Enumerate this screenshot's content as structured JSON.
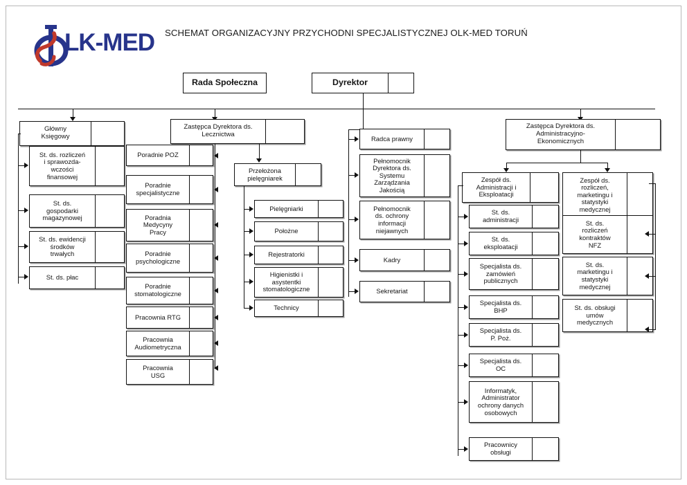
{
  "document": {
    "title": "SCHEMAT ORGANIZACYJNY PRZYCHODNI SPECJALISTYCZNEJ OLK-MED TORUŃ",
    "logo_text": "LK-MED",
    "logo_full_name": "OLK-MED",
    "logo_color": "#27348b",
    "logo_accent_color": "#c0392b",
    "line_color": "#111111",
    "background": "#ffffff"
  },
  "chart_data": {
    "type": "diagram",
    "diagram_kind": "organizational-chart",
    "title": "SCHEMAT ORGANIZACYJNY PRZYCHODNI SPECJALISTYCZNEJ OLK-MED TORUŃ",
    "nodes": [
      {
        "id": "rada",
        "label": "Rada Społeczna",
        "level": 0
      },
      {
        "id": "dyrektor",
        "label": "Dyrektor",
        "level": 0
      },
      {
        "id": "ksiegowy",
        "label": "Główny\nKsięgowy",
        "level": 1,
        "parent": "dyrektor"
      },
      {
        "id": "zd_lecz",
        "label": "Zastępca Dyrektora ds.\nLecznictwa",
        "level": 1,
        "parent": "dyrektor"
      },
      {
        "id": "zd_adm",
        "label": "Zastępca Dyrektora ds.\nAdministracyjno-\nEkonomicznych",
        "level": 1,
        "parent": "dyrektor"
      },
      {
        "id": "przelozona",
        "label": "Przełożona\npielęgniarek",
        "level": 2,
        "parent": "zd_lecz"
      },
      {
        "id": "zespol_adm",
        "label": "Zespół ds.\nAdministracji i\nEksploatacji",
        "level": 2,
        "parent": "zd_adm"
      },
      {
        "id": "zespol_rozl",
        "label": "Zespół ds.\nrozliczeń,\nmarketingu i\nstatystyki\nmedycznej",
        "level": 2,
        "parent": "zd_adm"
      }
    ],
    "branches": [
      {
        "parent": "ksiegowy",
        "children": [
          "St. ds. rozliczeń i sprawozdawczości finansowej",
          "St. ds. gospodarki magazynowej",
          "St. ds. ewidencji środków trwałych",
          "St. ds. płac"
        ]
      },
      {
        "parent": "zd_lecz",
        "children": [
          "Poradnie POZ",
          "Poradnie specjalistyczne",
          "Poradnia Medycyny Pracy",
          "Poradnie psychologiczne",
          "Poradnie stomatologiczne",
          "Pracownia RTG",
          "Pracownia Audiometryczna",
          "Pracownia USG"
        ]
      },
      {
        "parent": "przelozona",
        "children": [
          "Pielęgniarki",
          "Położne",
          "Rejestratorki",
          "Higienistki i asystentki stomatologiczne",
          "Technicy"
        ]
      },
      {
        "parent": "dyrektor",
        "children": [
          "Radca prawny",
          "Pełnomocnik Dyrektora ds. Systemu Zarządzania Jakością",
          "Pełnomocnik ds. ochrony informacji niejawnych",
          "Kadry",
          "Sekretariat"
        ]
      },
      {
        "parent": "zespol_adm",
        "children": [
          "St. ds. administracji",
          "St. ds. eksploatacji",
          "Specjalista ds. zamówień publicznych",
          "Specjalista ds. BHP",
          "Specjalista ds. P. Poż.",
          "Specjalista ds. OC",
          "Informatyk, Administrator ochrony danych osobowych",
          "Pracownicy obsługi"
        ]
      },
      {
        "parent": "zespol_rozl",
        "children": [
          "St. ds. rozliczeń kontraktów NFZ",
          "St. ds. marketingu i statystyki medycznej",
          "St. ds. obsługi umów medycznych"
        ]
      }
    ]
  },
  "top": {
    "rada": "Rada Społeczna",
    "dyrektor": "Dyrektor"
  },
  "heads": {
    "ksiegowy": "Główny\nKsięgowy",
    "zd_lecz": "Zastępca Dyrektora ds.\nLecznictwa",
    "zd_adm": "Zastępca Dyrektora ds.\nAdministracyjno-\nEkonomicznych",
    "przelozona": "Przełożona\npielęgniarek",
    "zespol_adm": "Zespół ds.\nAdministracji i\nEksploatacji",
    "zespol_rozl": "Zespół ds.\nrozliczeń,\nmarketingu i\nstatystyki\nmedycznej"
  },
  "col_ksiegowy": [
    "St. ds. rozliczeń\ni sprawozda-\nwczości\nfinansowej",
    "St. ds.\ngospodarki\nmagazynowej",
    "St. ds. ewidencji\nśrodków\ntrwałych",
    "St. ds. płac"
  ],
  "col_poradnie": [
    "Poradnie POZ",
    "Poradnie\nspecjalistyczne",
    "Poradnia\nMedycyny\nPracy",
    "Poradnie\npsychologiczne",
    "Poradnie\nstomatologiczne",
    "Pracownia RTG",
    "Pracownia\nAudiometryczna",
    "Pracownia\nUSG"
  ],
  "col_pielegniarki": [
    "Pielęgniarki",
    "Położne",
    "Rejestratorki",
    "Higienistki i\nasystentki\nstomatologiczne",
    "Technicy"
  ],
  "col_dyrektor": [
    "Radca prawny",
    "Pełnomocnik\nDyrektora ds.\nSystemu\nZarządzania\nJakością",
    "Pełnomocnik\nds. ochrony\ninformacji\nniejawnych",
    "Kadry",
    "Sekretariat"
  ],
  "col_administracja": [
    "St. ds.\nadministracji",
    "St. ds.\neksploatacji",
    "Specjalista ds.\nzamówień\npublicznych",
    "Specjalista ds.\nBHP",
    "Specjalista ds.\nP. Poż.",
    "Specjalista ds.\nOC",
    "Informatyk,\nAdministrator\nochrony danych\nosobowych",
    "Pracownicy\nobsługi"
  ],
  "col_rozliczenia": [
    "St. ds.\nrozliczeń\nkontraktów\nNFZ",
    "St. ds.\nmarketingu i\nstatystyki\nmedycznej",
    "St. ds. obsługi\numów\nmedycznych"
  ]
}
